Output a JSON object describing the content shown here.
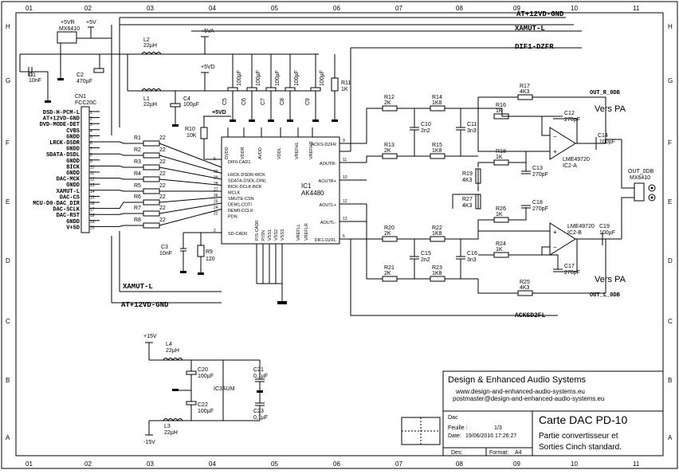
{
  "frame": {
    "columns": [
      "01",
      "02",
      "03",
      "04",
      "05",
      "06",
      "07",
      "08",
      "09",
      "10",
      "11"
    ],
    "rows": [
      "H",
      "G",
      "F",
      "E",
      "D",
      "C",
      "B",
      "A"
    ]
  },
  "nets": {
    "gnd_top": "AT+12VD-GND",
    "xamut_top": "XAMUT-L",
    "dif1": "DIF1-DZFR",
    "xamut_bottom": "XAMUT-L",
    "gnd_bottom": "AT+12VD-GND",
    "acksd": "ACKSD2FL",
    "out_r": "OUT_R_0DB",
    "out_l": "OUT_L_0DB",
    "vers_pa_top": "Vers PA",
    "vers_pa_bottom": "Vers PA",
    "plus5v": "+5V",
    "plus5va": "+5VA",
    "plus5vd": "+5VD",
    "plus5vd2": "+5VD",
    "plus5vr": "+5VR",
    "plus15v": "+15V",
    "minus15v": "-15V",
    "mx6410": "MX6410",
    "out_0db": "OUT_0DB",
    "mx6410_out": "MX6410"
  },
  "connector": {
    "ref": "CN1",
    "type": "FCC20C",
    "pins": [
      "DSD-H-PCM-L",
      "AT+12VD-GND",
      "DVD-MODE-DET",
      "CVBS",
      "GNDD",
      "LRCK-DSDR",
      "GNDD",
      "SDATA-DSDL",
      "GNDD",
      "BICK",
      "GNDD",
      "DAC-MCK",
      "GNDD",
      "XAMUT-L",
      "DAC-CS",
      "MCU-D0-DAC_DIR",
      "DAC-SCLK",
      "DAC-RST",
      "GNDD",
      "V+5D"
    ]
  },
  "ic1": {
    "ref": "IC1",
    "part": "AK4480",
    "pins_left": [
      "DIF0-CAD1",
      "LRCK-DSDR-WCK",
      "SDATA-DSDL-DINL",
      "BICK-DCLK-BCK",
      "MCLK",
      "SMUTE-CSN",
      "DEM1-CDTI",
      "DEM0-CCLK",
      "PDN",
      "SD-CAD0"
    ],
    "pins_right": [
      "ACKS-DZFR",
      "AOUTR-",
      "AOUTR+",
      "AOUTL+",
      "AOUTL-",
      "DIF1-DZFL"
    ],
    "pins_top": [
      "DVDD",
      "VDDR",
      "AVDD",
      "VDDL",
      "VREFHL",
      "VREFHR"
    ],
    "pins_bottom": [
      "P/S-CAD0",
      "P/SN",
      "VSS1",
      "VSS2",
      "VSS3",
      "VREFLL",
      "VREFLR"
    ]
  },
  "components": {
    "r1": [
      "R1",
      "22"
    ],
    "r2": [
      "R2",
      "22"
    ],
    "r3": [
      "R3",
      "22"
    ],
    "r4": [
      "R4",
      "22"
    ],
    "r5": [
      "R5",
      "22"
    ],
    "r6": [
      "R6",
      "22"
    ],
    "r7": [
      "R7",
      "22"
    ],
    "r8": [
      "R8",
      "22"
    ],
    "r9": [
      "R9",
      "120"
    ],
    "r10": [
      "R10",
      "10K"
    ],
    "r11": [
      "R11",
      "1K"
    ],
    "r12": [
      "R12",
      "2K"
    ],
    "r13": [
      "R13",
      "2K"
    ],
    "r14": [
      "R14",
      "1K8"
    ],
    "r15": [
      "R15",
      "1K8"
    ],
    "r16": [
      "R16",
      "1K"
    ],
    "r17": [
      "R17",
      "4K3"
    ],
    "r18": [
      "R18",
      "1K"
    ],
    "r19": [
      "R19",
      "4K3"
    ],
    "r20": [
      "R20",
      "2K"
    ],
    "r21": [
      "R21",
      "2K"
    ],
    "r22": [
      "R22",
      "1K8"
    ],
    "r23": [
      "R23",
      "1K8"
    ],
    "r24": [
      "R24",
      "1K"
    ],
    "r25": [
      "R25",
      "4K3"
    ],
    "r26": [
      "R26",
      "1K"
    ],
    "r27": [
      "R27",
      "4K3"
    ],
    "c1": [
      "C1",
      "10nF"
    ],
    "c2": [
      "C2",
      "470µF"
    ],
    "c3": [
      "C3",
      "10nF"
    ],
    "c4": [
      "C4",
      "100µF"
    ],
    "c5": [
      "C5",
      "100µF"
    ],
    "c6": [
      "C6",
      "100µF"
    ],
    "c7": [
      "C7",
      "100µF"
    ],
    "c8": [
      "C8",
      "100µF"
    ],
    "c9": [
      "C9",
      "100µF"
    ],
    "c10": [
      "C10",
      "2n2"
    ],
    "c11": [
      "C11",
      "3n3"
    ],
    "c12": [
      "C12",
      "270pF"
    ],
    "c13": [
      "C13",
      "270pF"
    ],
    "c14": [
      "C14",
      "100µF"
    ],
    "c15": [
      "C15",
      "2n2"
    ],
    "c16": [
      "C16",
      "3n3"
    ],
    "c17": [
      "C17",
      "270pF"
    ],
    "c18": [
      "C18",
      "270pF"
    ],
    "c19": [
      "C19",
      "100µF"
    ],
    "c20": [
      "C20",
      "100µF"
    ],
    "c21": [
      "C21",
      "0,1µF"
    ],
    "c22": [
      "C22",
      "100µF"
    ],
    "c23": [
      "C23",
      "0,1µF"
    ],
    "l1": [
      "L1",
      "22µH"
    ],
    "l2": [
      "L2",
      "22µH"
    ],
    "l3": [
      "L3",
      "22µH"
    ],
    "l4": [
      "L4",
      "22µH"
    ]
  },
  "opamps": {
    "a": {
      "part": "LME49720",
      "ref": "IC2-A"
    },
    "b": {
      "part": "LME49720",
      "ref": "IC2-B"
    },
    "pwr_ref": "IC3AUM"
  },
  "title_block": {
    "company": "Design & Enhanced Audio Systems",
    "url": "www.design-and-enhanced-audio-systems.eu",
    "email": "postmaster@design-and-enhanced-audio-systems.eu",
    "project": "Dac",
    "sheet_label": "Feuille :",
    "sheet_value": "1/3",
    "date_label": "Date:",
    "date_value": "19/06/2016 17:26:27",
    "drawn_label": "Des:",
    "format_label": "Format:",
    "format_value": "A4",
    "title": "Carte DAC PD-10",
    "subtitle1": "Partie convertisseur et",
    "subtitle2": "Sorties Cinch standard."
  },
  "colors": {
    "ink": "#000000",
    "paper": "#ffffff"
  }
}
